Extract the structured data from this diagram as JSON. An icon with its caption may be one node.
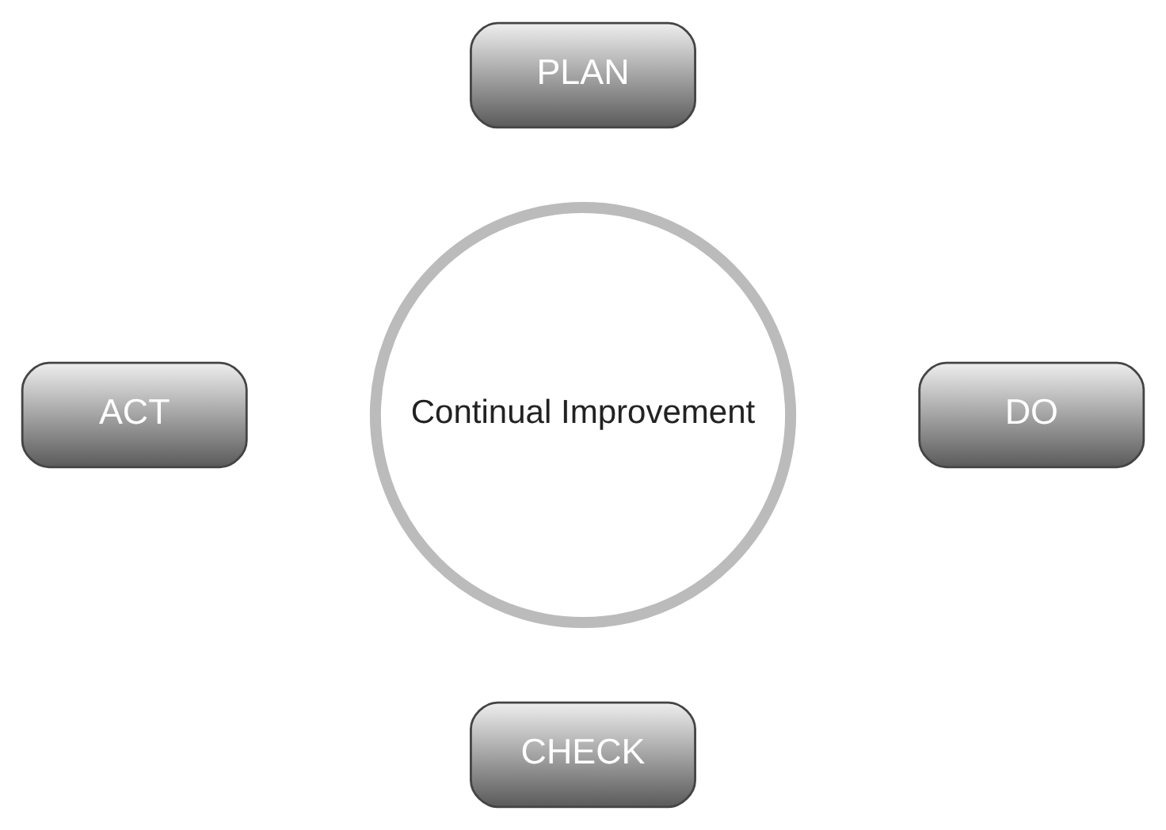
{
  "diagram": {
    "nodes": [
      {
        "text": [
          "PLAN"
        ]
      },
      {
        "text": [
          "ACT"
        ]
      },
      {
        "text": [
          "Continual Improvement"
        ]
      },
      {
        "text": [
          "DO"
        ]
      },
      {
        "text": [
          "CHECK"
        ]
      }
    ],
    "edges": []
  }
}
